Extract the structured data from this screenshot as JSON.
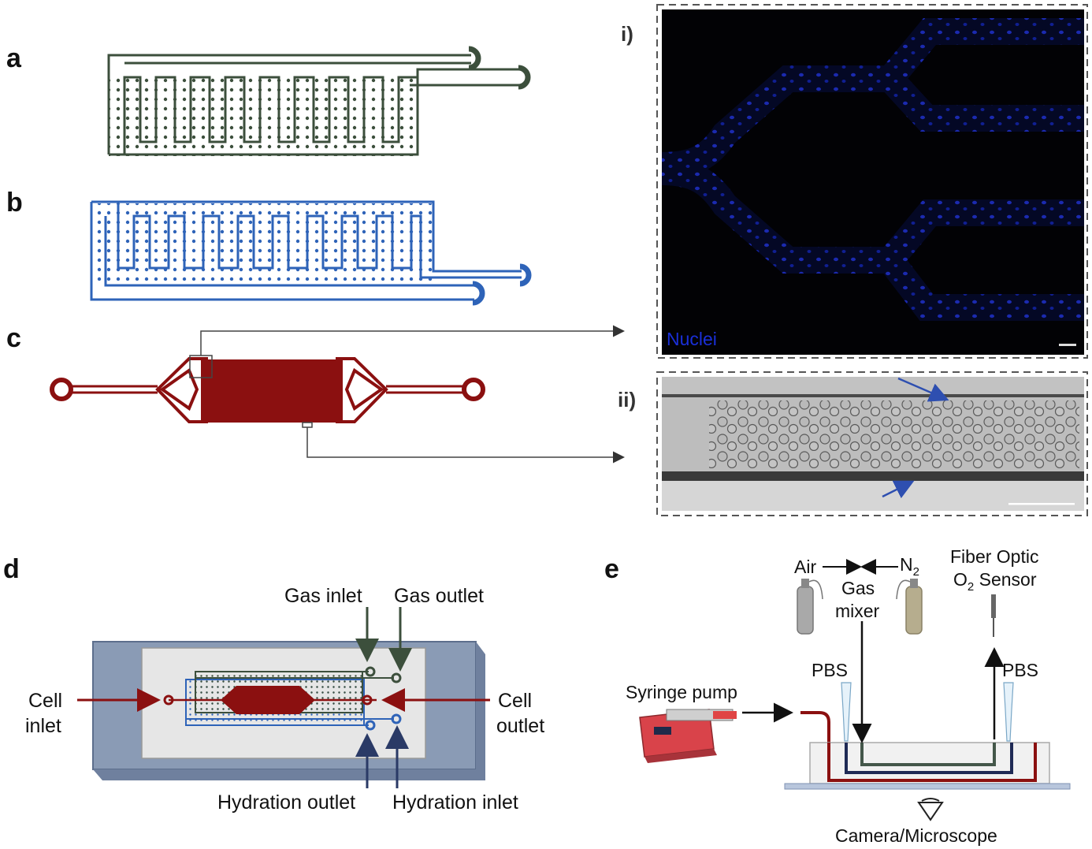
{
  "panel_labels": {
    "a": "a",
    "b": "b",
    "c": "c",
    "d": "d",
    "e": "e"
  },
  "subpanels": {
    "i": "i)",
    "ii": "ii)"
  },
  "micrograph_i": {
    "stain_label": "Nuclei"
  },
  "panel_d": {
    "gas_inlet": "Gas inlet",
    "gas_outlet": "Gas outlet",
    "cell_inlet_line1": "Cell",
    "cell_inlet_line2": "inlet",
    "cell_outlet_line1": "Cell",
    "cell_outlet_line2": "outlet",
    "hydration_outlet": "Hydration outlet",
    "hydration_inlet": "Hydration inlet"
  },
  "panel_e": {
    "air": "Air",
    "n2": "N",
    "n2_sub": "2",
    "gas_mixer_line1": "Gas",
    "gas_mixer_line2": "mixer",
    "sensor_line1": "Fiber Optic",
    "sensor_line2_pre": "O",
    "sensor_line2_sub": "2",
    "sensor_line2_post": " Sensor",
    "pbs_left": "PBS",
    "pbs_right": "PBS",
    "syringe_pump": "Syringe pump",
    "camera": "Camera/Microscope"
  },
  "colors": {
    "gas_channel": "#3c4f3c",
    "hydration_channel": "#2e63b8",
    "cell_channel": "#8b1010",
    "nuclei_stain": "#1a2fd8",
    "device_base": "#8a9bb5"
  }
}
